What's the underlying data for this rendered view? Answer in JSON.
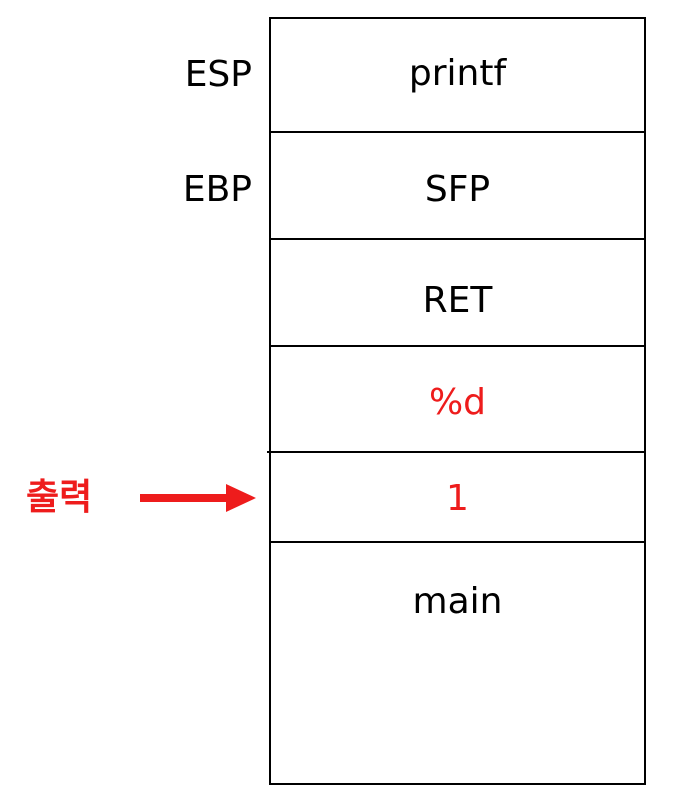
{
  "registers": {
    "esp": "ESP",
    "ebp": "EBP"
  },
  "stack": {
    "cells": [
      {
        "label": "printf"
      },
      {
        "label": "SFP"
      },
      {
        "label": "RET"
      },
      {
        "label": "%d"
      },
      {
        "label": "1"
      },
      {
        "label": "main"
      }
    ]
  },
  "output": {
    "label": "출력"
  },
  "colors": {
    "text": "#000000",
    "highlight": "#ee1c1c"
  }
}
